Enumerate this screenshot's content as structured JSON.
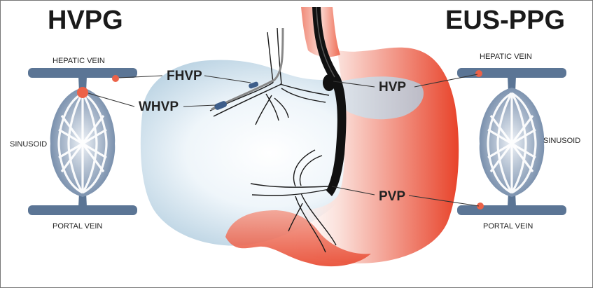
{
  "titles": {
    "left": "HVPG",
    "right": "EUS-PPG"
  },
  "left_panel": {
    "hepatic_vein": "HEPATIC VEIN",
    "sinusoid": "SINUSOID",
    "portal_vein": "PORTAL VEIN"
  },
  "right_panel": {
    "hepatic_vein": "HEPATIC VEIN",
    "sinusoid": "SINUSOID",
    "portal_vein": "PORTAL VEIN"
  },
  "labels": {
    "fhvp": "FHVP",
    "whvp": "WHVP",
    "hvp": "HVP",
    "pvp": "PVP"
  },
  "colors": {
    "vein": "#5b7595",
    "marker": "#ec6248",
    "liver": "#a9c8dc",
    "stomach": "#ea4b32",
    "endoscope": "#111111"
  }
}
